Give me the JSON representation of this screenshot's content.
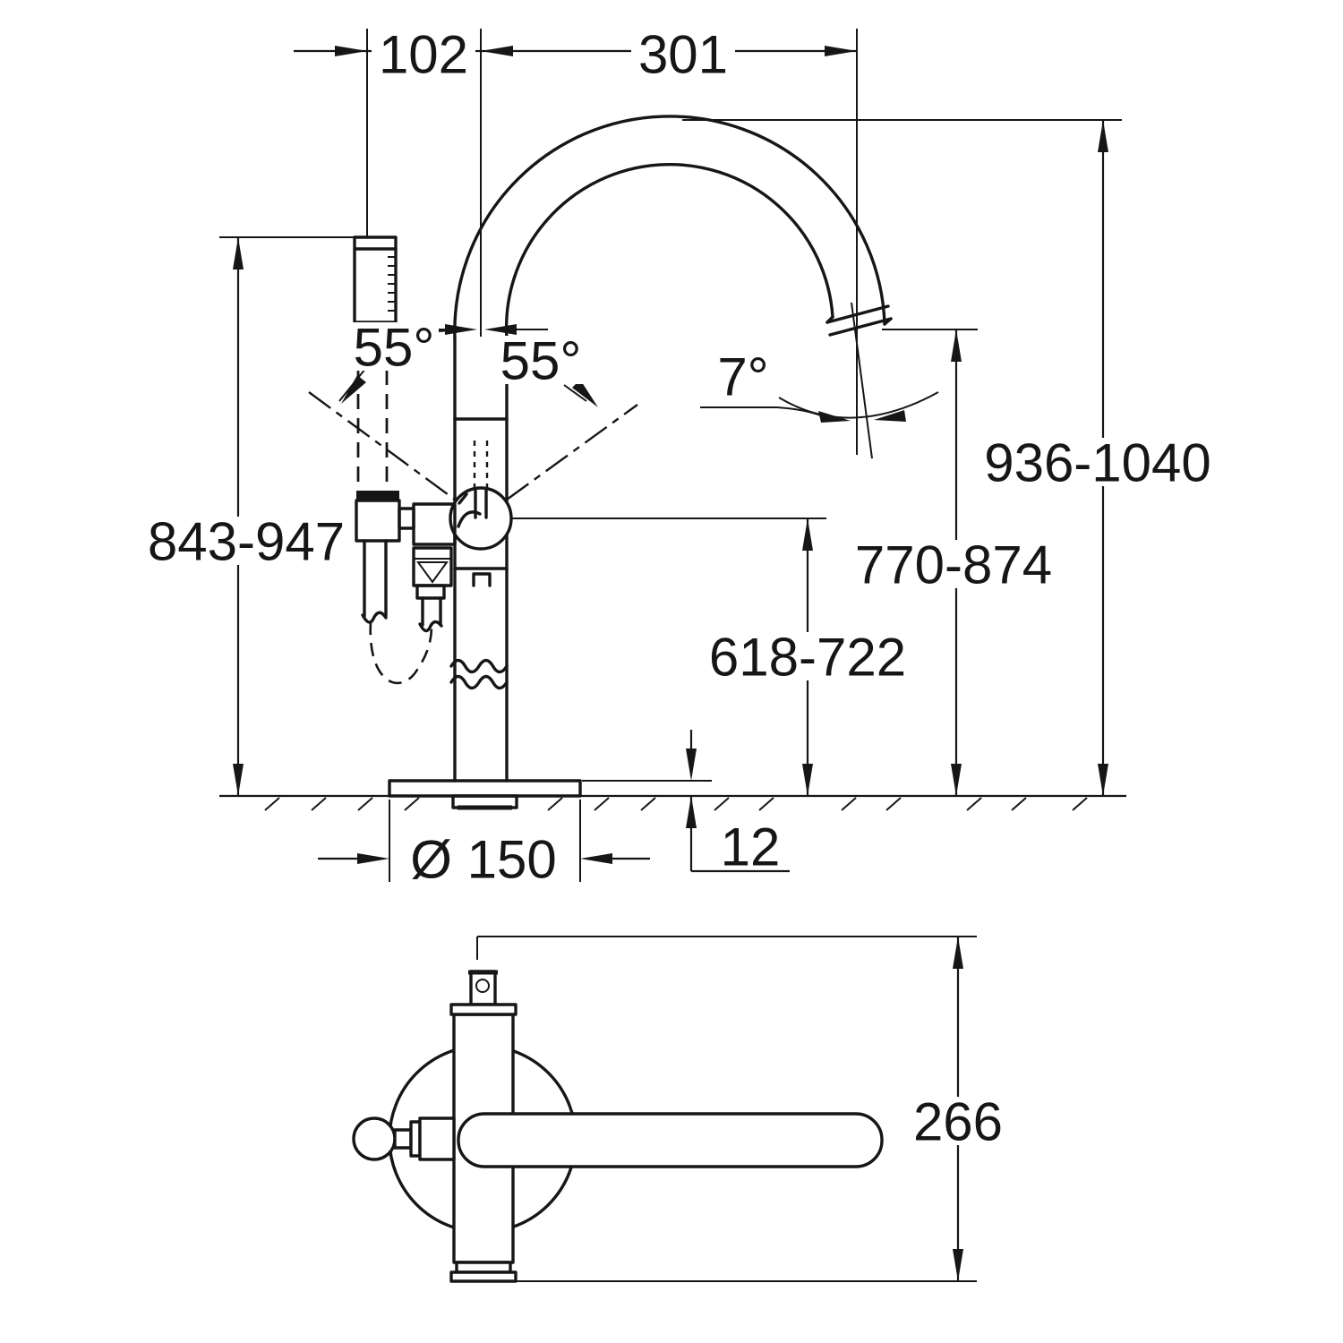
{
  "page": {
    "background": "#ffffff",
    "line_color": "#161616"
  },
  "front_view": {
    "dim_shower_offset": "102",
    "dim_spout_reach": "301",
    "dim_swivel_left": "55°",
    "dim_swivel_right": "55°",
    "dim_outlet_angle": "7°",
    "dim_total_height": "936-1040",
    "dim_outlet_height": "770-874",
    "dim_handle_height": "618-722",
    "dim_shower_height": "843-947",
    "dim_base_plate_diameter": "Ø 150",
    "dim_base_plate_thickness": "12"
  },
  "plan_view": {
    "dim_depth": "266"
  }
}
